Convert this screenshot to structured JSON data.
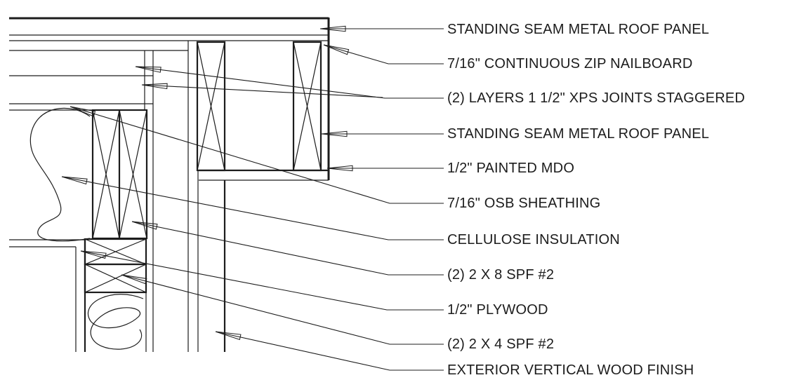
{
  "drawing_type": "construction-detail",
  "colors": {
    "line": "#1c1c1c",
    "background": "#ffffff"
  },
  "callouts": [
    {
      "label": "STANDING SEAM METAL ROOF PANEL"
    },
    {
      "label": "7/16\" CONTINUOUS ZIP NAILBOARD"
    },
    {
      "label": "(2) LAYERS 1 1/2\" XPS JOINTS STAGGERED"
    },
    {
      "label": "STANDING SEAM METAL ROOF PANEL"
    },
    {
      "label": "1/2\" PAINTED MDO"
    },
    {
      "label": "7/16\" OSB SHEATHING"
    },
    {
      "label": "CELLULOSE INSULATION"
    },
    {
      "label": "(2) 2 X 8 SPF #2"
    },
    {
      "label": "1/2\" PLYWOOD"
    },
    {
      "label": "(2) 2 X 4 SPF #2"
    },
    {
      "label": "EXTERIOR VERTICAL WOOD FINISH"
    }
  ]
}
